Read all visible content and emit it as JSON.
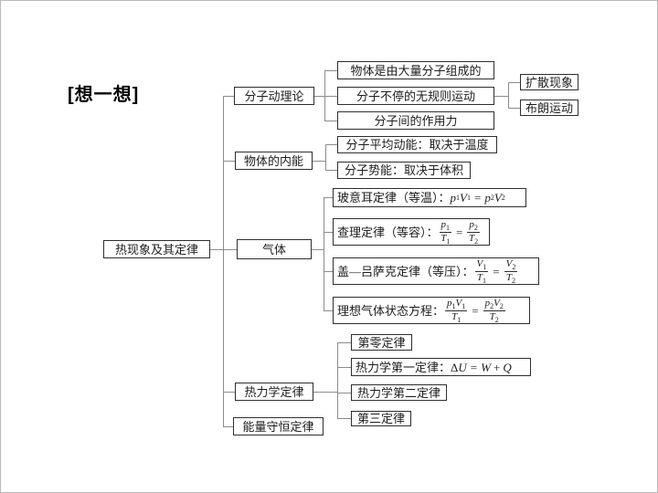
{
  "page": {
    "hint_label": "[想一想]"
  },
  "tree": {
    "root": {
      "label": "热现象及其定律"
    },
    "kinetic": {
      "label": "分子动理论",
      "c1": "物体是由大量分子组成的",
      "c2": "分子不停的无规则运动",
      "c3": "分子间的作用力",
      "d1": "扩散现象",
      "d2": "布朗运动"
    },
    "internal": {
      "label": "物体的内能",
      "c1": "分子平均动能：取决于温度",
      "c2": "分子势能：取决于体积"
    },
    "gas": {
      "label": "气体",
      "boyle": {
        "name": "玻意耳定律（等温）：",
        "v1": "p",
        "s1": "1",
        "v2": "V",
        "s2": "1",
        "eq": "=",
        "v3": "p",
        "s3": "2",
        "v4": "V",
        "s4": "2"
      },
      "charles": {
        "name": "查理定律（等容）：",
        "l": {
          "nv": "p",
          "ns": "1",
          "dv": "T",
          "ds": "1"
        },
        "eq": "=",
        "r": {
          "nv": "p",
          "ns": "2",
          "dv": "T",
          "ds": "2"
        }
      },
      "gay": {
        "name": "盖—吕萨克定律（等压）：",
        "l": {
          "nv": "V",
          "ns": "1",
          "dv": "T",
          "ds": "1"
        },
        "eq": "=",
        "r": {
          "nv": "V",
          "ns": "2",
          "dv": "T",
          "ds": "2"
        }
      },
      "ideal": {
        "name": "理想气体状态方程：",
        "l": {
          "n1v": "p",
          "n1s": "1",
          "n2v": "V",
          "n2s": "1",
          "dv": "T",
          "ds": "1"
        },
        "eq": "=",
        "r": {
          "n1v": "p",
          "n1s": "2",
          "n2v": "V",
          "n2s": "2",
          "dv": "T",
          "ds": "2"
        }
      }
    },
    "thermo": {
      "label": "热力学定律",
      "c1": "第零定律",
      "c2": {
        "name": "热力学第一定律：",
        "delta": "Δ",
        "u": "U",
        "eq": "=",
        "w": "W",
        "plus": "+",
        "q": "Q"
      },
      "c3": "热力学第二定律",
      "c4": "第三定律"
    },
    "energy": {
      "label": "能量守恒定律"
    }
  },
  "colors": {
    "line": "#8c8c8c",
    "box_border": "#2e2e2e",
    "text": "#1d1d1d"
  }
}
